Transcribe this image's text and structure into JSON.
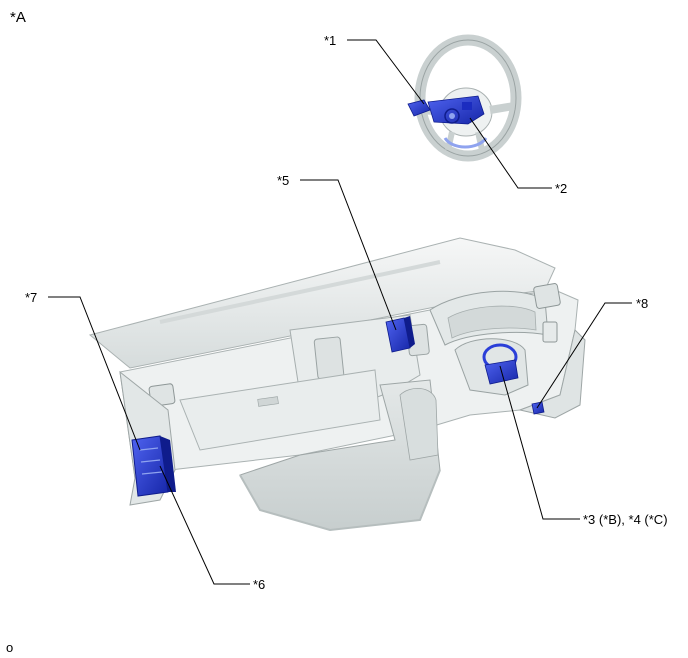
{
  "figure_label": "*A",
  "footer_mark": "o",
  "callouts": {
    "c1": "*1",
    "c2": "*2",
    "c3": "*3 (*B), *4 (*C)",
    "c5": "*5",
    "c6": "*6",
    "c7": "*7",
    "c8": "*8"
  },
  "colors": {
    "component": "#2b3fd8",
    "component_dark": "#0f1c8c",
    "panel_light": "#f2f4f4",
    "panel_mid": "#dfe4e4",
    "panel_shadow": "#c4cbcb",
    "outline": "#9aa3a3",
    "leader": "#000000"
  }
}
